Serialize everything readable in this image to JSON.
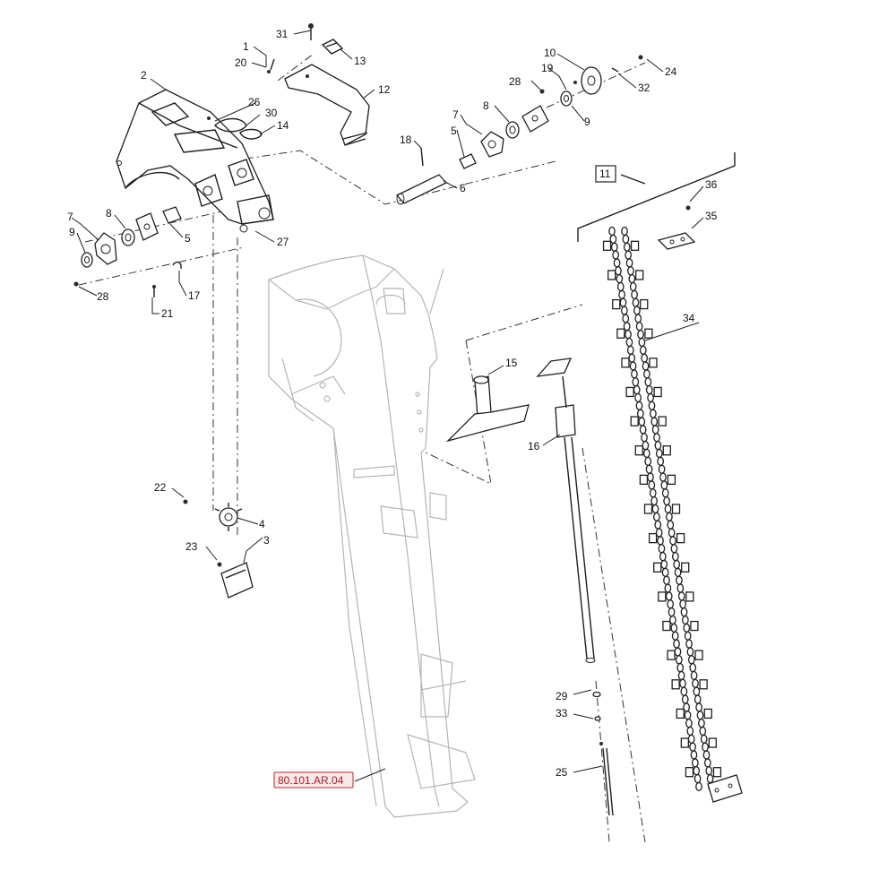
{
  "diagram": {
    "callouts": [
      "1",
      "2",
      "3",
      "4",
      "5",
      "6",
      "7",
      "8",
      "9",
      "10",
      "11",
      "12",
      "13",
      "14",
      "15",
      "16",
      "17",
      "18",
      "19",
      "20",
      "21",
      "22",
      "23",
      "24",
      "25",
      "26",
      "27",
      "28",
      "29",
      "30",
      "31",
      "32",
      "33",
      "34",
      "35",
      "36"
    ],
    "reference_label": "80.101.AR.04",
    "boxed_callout": "11"
  }
}
